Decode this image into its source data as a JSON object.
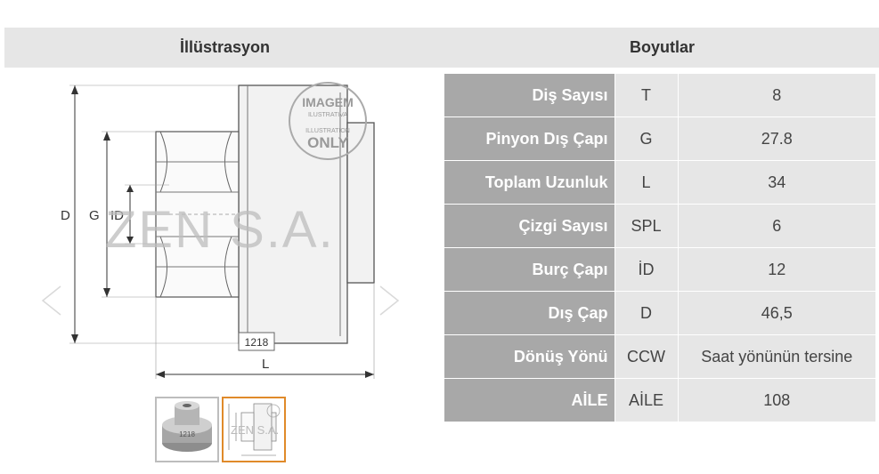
{
  "headers": {
    "illustration": "İllüstrasyon",
    "dimensions": "Boyutlar"
  },
  "specs": [
    {
      "label": "Diş Sayısı",
      "symbol": "T",
      "value": "8"
    },
    {
      "label": "Pinyon Dış Çapı",
      "symbol": "G",
      "value": "27.8"
    },
    {
      "label": "Toplam Uzunluk",
      "symbol": "L",
      "value": "34"
    },
    {
      "label": "Çizgi Sayısı",
      "symbol": "SPL",
      "value": "6"
    },
    {
      "label": "Burç Çapı",
      "symbol": "İD",
      "value": "12"
    },
    {
      "label": "Dış Çap",
      "symbol": "D",
      "value": "46,5"
    },
    {
      "label": "Dönüş Yönü",
      "symbol": "CCW",
      "value": "Saat yönünün tersine"
    },
    {
      "label": "AİLE",
      "symbol": "AİLE",
      "value": "108"
    }
  ],
  "drawing": {
    "dim_d": "D",
    "dim_g": "G",
    "dim_id": "ID",
    "dim_l": "L",
    "part_number": "1218",
    "watermark": "ZEN S.A.",
    "stamp_line1": "IMAGEM",
    "stamp_line2": "ILUSTRATIVA",
    "stamp_line3": "ILLUSTRATION",
    "stamp_line4": "ONLY"
  },
  "thumbnails": {
    "photo_label": "1218",
    "drawing_watermark": "ZEN S.A."
  },
  "colors": {
    "header_bg": "#e6e6e6",
    "label_bg": "#a8a8a8",
    "value_bg": "#e6e6e6",
    "selected_thumb": "#e08a2a"
  }
}
